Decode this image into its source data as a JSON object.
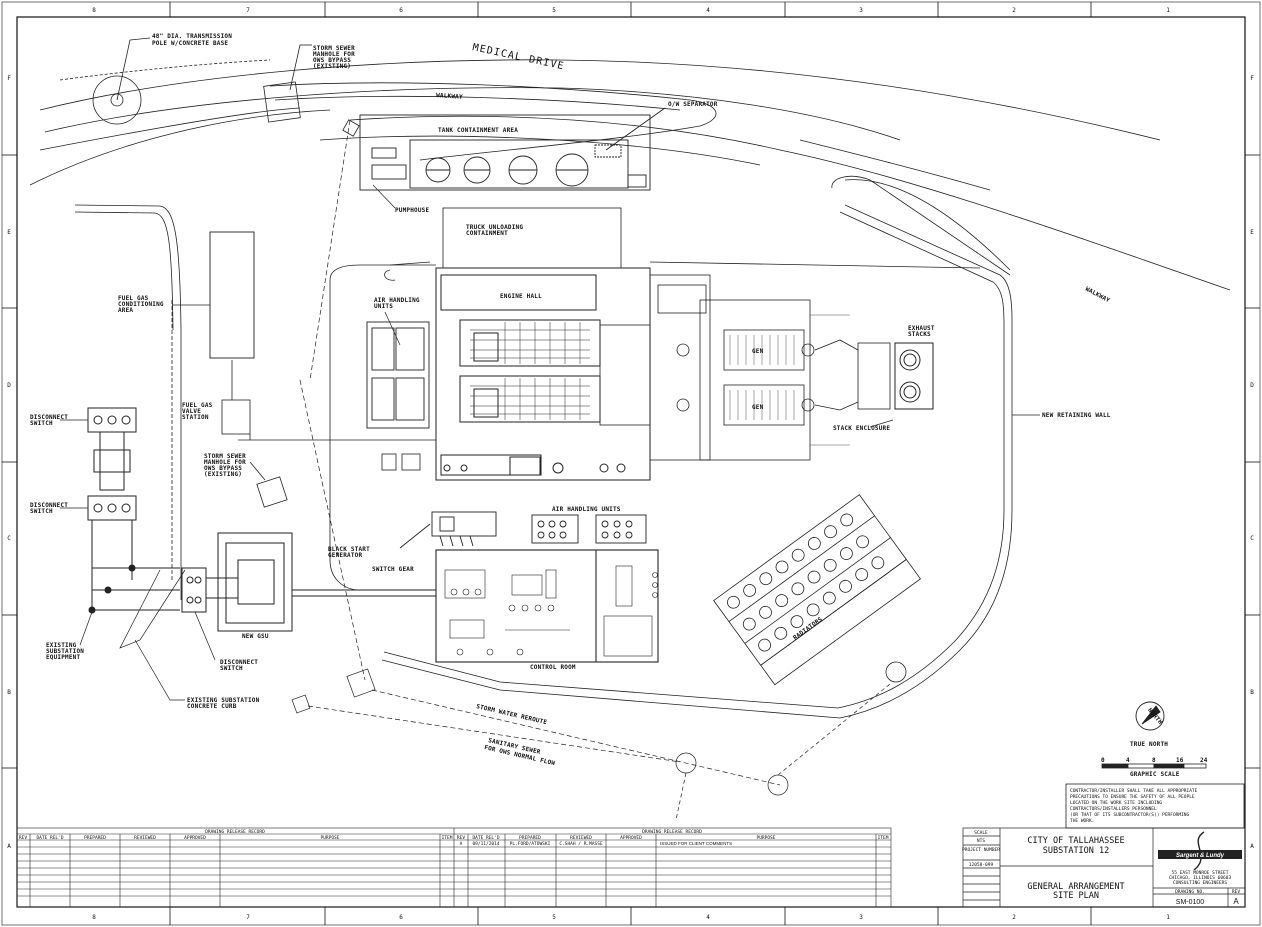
{
  "roads": {
    "medical_drive": "MEDICAL DRIVE",
    "walkway_top": "WALKWAY",
    "walkway_right": "WALKWAY"
  },
  "labels": {
    "transmission_pole": [
      "48\" DIA. TRANSMISSION",
      "POLE W/CONCRETE BASE"
    ],
    "storm_manhole_top": [
      "STORM SEWER",
      "MANHOLE FOR",
      "OWS BYPASS",
      "(EXISTING)"
    ],
    "tank_containment": "TANK CONTAINMENT AREA",
    "ow_separator": "O/W SEPARATOR",
    "pumphouse": "PUMPHOUSE",
    "truck_unloading": [
      "TRUCK UNLOADING",
      "CONTAINMENT"
    ],
    "fuel_gas_conditioning": [
      "FUEL GAS",
      "CONDITIONING",
      "AREA"
    ],
    "air_handling_top": [
      "AIR HANDLING",
      "UNITS"
    ],
    "engine_hall": "ENGINE HALL",
    "exhaust_stacks": [
      "EXHAUST",
      "STACKS"
    ],
    "fuel_gas_valve": [
      "FUEL GAS",
      "VALVE",
      "STATION"
    ],
    "new_retaining_wall": "NEW RETAINING WALL",
    "stack_enclosure": "STACK ENCLOSURE",
    "disconnect_switch_1": [
      "DISCONNECT",
      "SWITCH"
    ],
    "disconnect_switch_2": [
      "DISCONNECT",
      "SWITCH"
    ],
    "storm_manhole_mid": [
      "STORM SEWER",
      "MANHOLE FOR",
      "OWS BYPASS",
      "(EXISTING)"
    ],
    "air_handling_mid": "AIR HANDLING UNITS",
    "black_start": [
      "BLACK START",
      "GENERATOR"
    ],
    "switch_gear": "SWITCH GEAR",
    "radiators": "RADIATORS",
    "new_gsu": "NEW GSU",
    "control_room": "CONTROL ROOM",
    "existing_substation_equipment": [
      "EXISTING",
      "SUBSTATION",
      "EQUIPMENT"
    ],
    "disconnect_switch_3": [
      "DISCONNECT",
      "SWITCH"
    ],
    "existing_curb": [
      "EXISTING SUBSTATION",
      "CONCRETE CURB"
    ],
    "storm_water_reroute": "STORM WATER REROUTE",
    "sanitary_sewer": [
      "SANITARY SEWER",
      "FOR OWS NORMAL FLOW"
    ],
    "gen": "GEN",
    "true_north": "TRUE NORTH",
    "north": "NORTH",
    "graphic_scale": "GRAPHIC SCALE",
    "scale_ticks": [
      "0",
      "4",
      "8",
      "16",
      "24"
    ]
  },
  "grid": {
    "columns": [
      "8",
      "7",
      "6",
      "5",
      "4",
      "3",
      "2",
      "1"
    ],
    "rows": [
      "F",
      "E",
      "D",
      "C",
      "B",
      "A"
    ]
  },
  "note": [
    "CONTRACTOR/INSTALLER SHALL TAKE ALL APPROPRIATE",
    "PRECAUTIONS TO ENSURE THE SAFETY OF ALL PEOPLE",
    "LOCATED ON THE WORK SITE INCLUDING",
    "CONTRACTORS/INSTALLERS PERSONNEL",
    "(OR THAT OF ITS SUBCONTRACTOR(S)) PERFORMING",
    "THE WORK."
  ],
  "revision_blocks": {
    "heading": "DRAWING RELEASE RECORD",
    "columns": [
      "REV",
      "DATE REL'D",
      "PREPARED",
      "REVIEWED",
      "APPROVED",
      "PURPOSE",
      "ITEM"
    ],
    "entry": [
      "A",
      "09/11/2014",
      "PL.FORD/ATOWSKI",
      "C.SHAH / R.MASSE",
      "",
      "ISSUED FOR CLIENT COMMENTS",
      ""
    ]
  },
  "title_block": {
    "scale_label": "SCALE",
    "scale_value": "NTS",
    "project_label": "PROJECT NUMBER",
    "project_number": "12058-099",
    "client": [
      "CITY OF TALLAHASSEE",
      "SUBSTATION 12"
    ],
    "title": [
      "GENERAL ARRANGEMENT",
      "SITE PLAN"
    ],
    "company": "Sargent & Lundy",
    "company_lines": [
      "55 EAST MONROE STREET",
      "CHICAGO, ILLINOIS 60603",
      "CONSULTING ENGINEERS"
    ],
    "drawing_no_label": "DRAWING NO.",
    "rev_label": "REV",
    "drawing_no": "SM-0100",
    "rev": "A"
  }
}
